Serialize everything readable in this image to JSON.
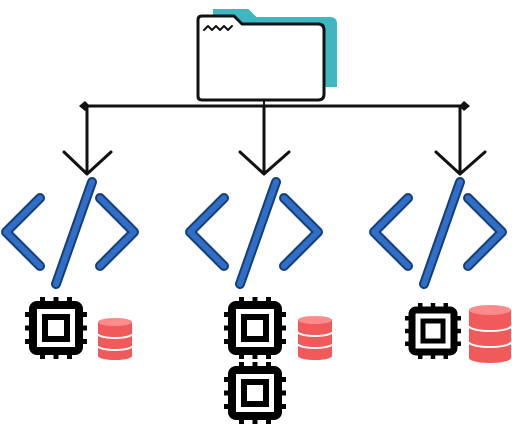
{
  "diagram": {
    "root": {
      "icon": "folder-icon",
      "tab_color": "#3fb6c0",
      "body_color": "#ffffff",
      "outline_color": "#111111"
    },
    "connector_color": "#111111",
    "branches": [
      {
        "code_icon": "code-brackets-icon",
        "processors": 1,
        "database_icon": "database-icon",
        "database_size": "small"
      },
      {
        "code_icon": "code-brackets-icon",
        "processors": 2,
        "database_icon": "database-icon",
        "database_size": "medium"
      },
      {
        "code_icon": "code-brackets-icon",
        "processors": 1,
        "database_icon": "database-icon",
        "database_size": "large"
      }
    ],
    "colors": {
      "code_fill": "#2f6fc8",
      "code_outline": "#173d78",
      "database_fill": "#f05a5a",
      "database_top": "#ff8a8a",
      "chip": "#000000"
    }
  }
}
